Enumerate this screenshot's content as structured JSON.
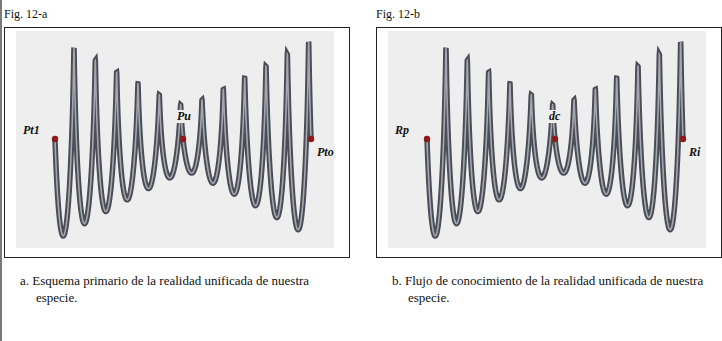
{
  "diagram": {
    "labels": [
      "Fig. 12-a",
      "Fig. 12-b",
      "Pt1",
      "Pu",
      "Pto",
      "Rp",
      "dc",
      "Ri",
      "a. Esquema primario de la realidad unificada de nuestra especie.",
      "b. Flujo de conocimiento de la realidad unificada de nuestra especie."
    ]
  }
}
